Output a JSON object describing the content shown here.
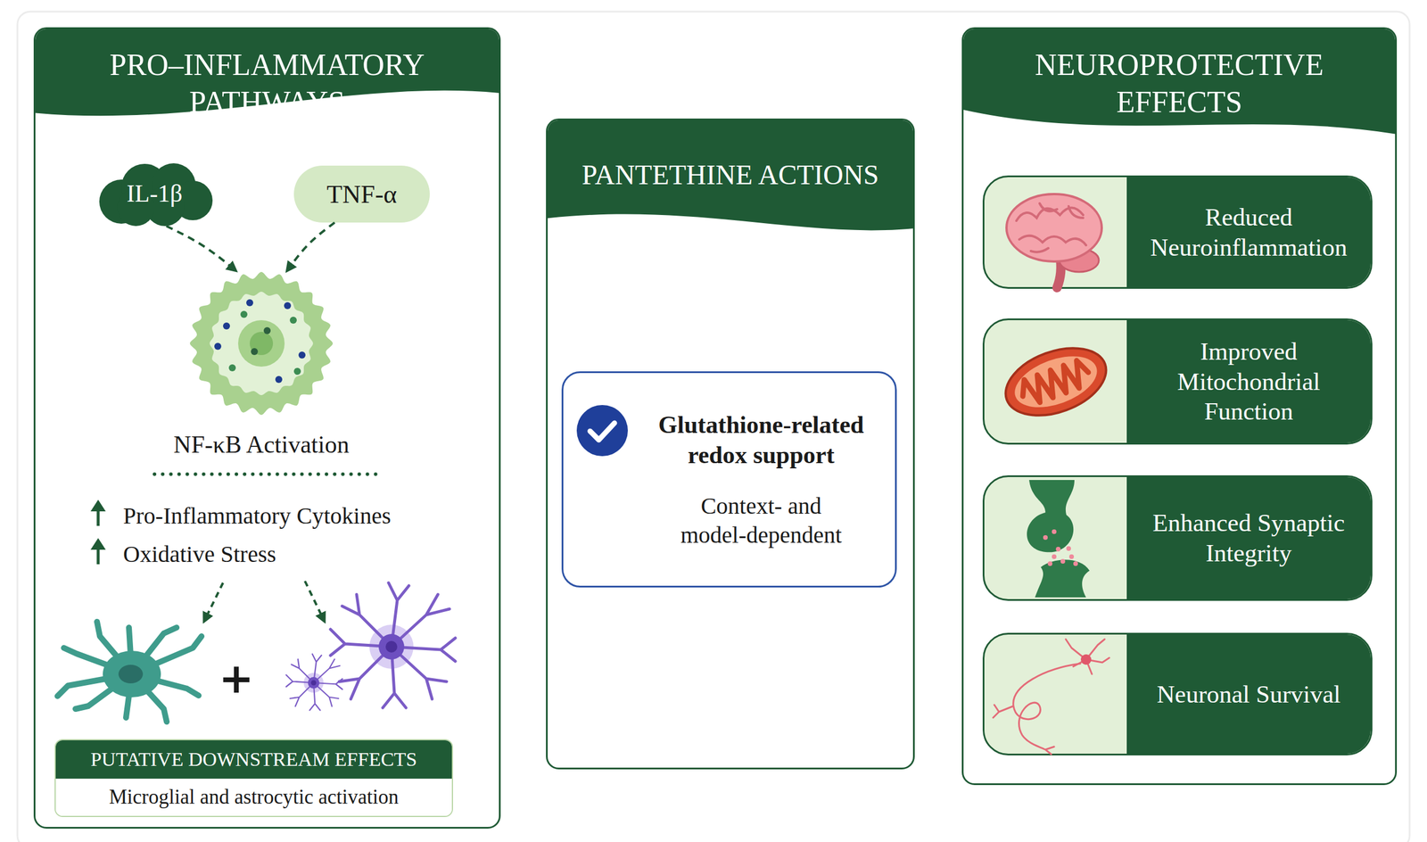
{
  "diagram": {
    "nodes": [
      {
        "text": [
          "PRO–INFLAMMATORY PATHWAYS"
        ]
      },
      {
        "text": [
          "IL-1β"
        ],
        "in": 0
      },
      {
        "text": [
          "TNF-α"
        ],
        "in": 0
      },
      {
        "text": [
          "NF-κB Activation"
        ],
        "in": 0
      },
      {
        "text": [
          "PUTATIVE DOWNSTREAM EFFECTS",
          "Microglial and astrocytic activation"
        ],
        "in": 0
      },
      {
        "text": [
          "PANTETHINE ACTIONS"
        ]
      },
      {
        "text": [
          "Glutathione-related redox support",
          "Context- and model-dependent"
        ],
        "in": 5
      },
      {
        "text": [
          "NEUROPROTECTIVE EFFECTS"
        ]
      },
      {
        "text": [
          "Reduced Neuroinflammation"
        ],
        "in": 7
      },
      {
        "text": [
          "Improved Mitochondrial Function"
        ],
        "in": 7
      },
      {
        "text": [
          "Enhanced Synaptic Integrity"
        ],
        "in": 7
      },
      {
        "text": [
          "Neuronal Survival"
        ],
        "in": 7
      }
    ],
    "edges": [
      {
        "from": 1,
        "to": 3,
        "arrow": "to"
      },
      {
        "from": 2,
        "to": 3,
        "arrow": "to"
      }
    ],
    "labels": [
      "Pro-Inflammatory Cytokines",
      "Oxidative Stress",
      "+"
    ]
  }
}
